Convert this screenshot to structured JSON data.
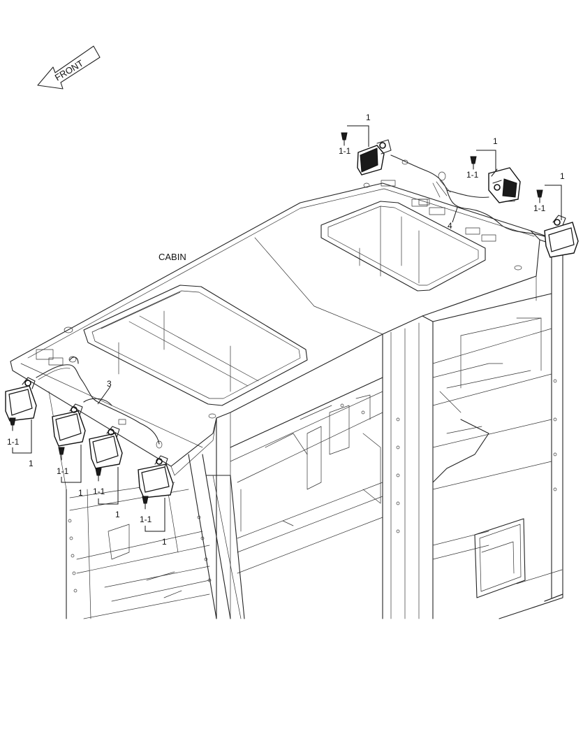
{
  "diagram": {
    "front_arrow_label": "FRONT",
    "cabin_label": "CABIN",
    "callouts": {
      "lamp": "1",
      "bulb": "1-1",
      "harness_front": "3",
      "harness_rear": "4"
    }
  }
}
